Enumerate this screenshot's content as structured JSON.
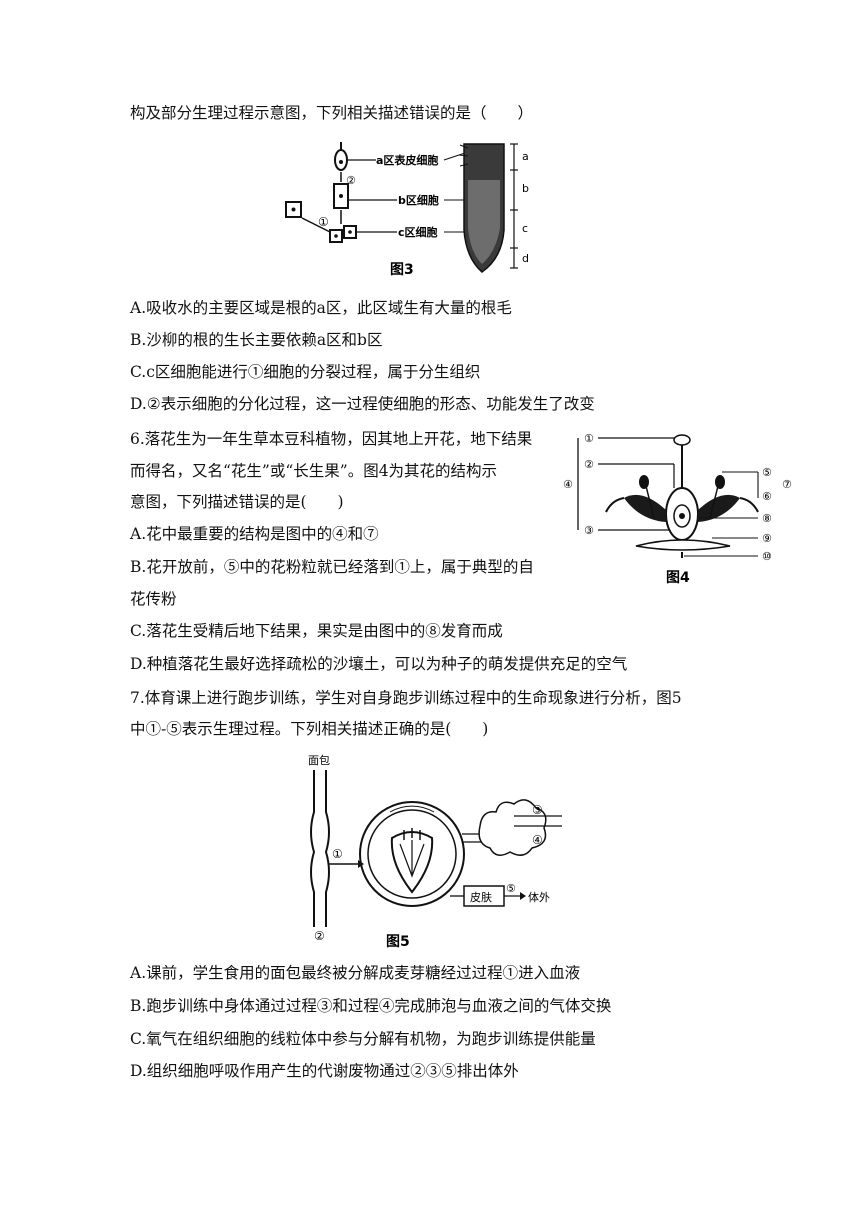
{
  "q5": {
    "stem_tail": "构及部分生理过程示意图，下列相关描述错误的是（　　）",
    "figure": {
      "caption": "图3",
      "labels": [
        "a区表皮细胞",
        "b区细胞",
        "c区细胞"
      ],
      "zones": [
        "a",
        "b",
        "c",
        "d"
      ],
      "markers": [
        "①",
        "②"
      ]
    },
    "options": [
      "A.吸收水的主要区域是根的a区，此区域生有大量的根毛",
      "B.沙柳的根的生长主要依赖a区和b区",
      "C.c区细胞能进行①细胞的分裂过程，属于分生组织",
      "D.②表示细胞的分化过程，这一过程使细胞的形态、功能发生了改变"
    ]
  },
  "q6": {
    "stem": [
      "6.落花生为一年生草本豆科植物，因其地上开花，地下结果",
      "而得名，又名“花生”或“长生果”。图4为其花的结构示",
      "意图，下列描述错误的是(　　)"
    ],
    "figure": {
      "caption": "图4",
      "markers": [
        "①",
        "②",
        "③",
        "④",
        "⑤",
        "⑥",
        "⑦",
        "⑧",
        "⑨",
        "⑩"
      ]
    },
    "options": [
      "A.花中最重要的结构是图中的④和⑦",
      "B.花开放前，⑤中的花粉粒就已经落到①上，属于典型的自",
      "花传粉",
      "C.落花生受精后地下结果，果实是由图中的⑧发育而成",
      "D.种植落花生最好选择疏松的沙壤土，可以为种子的萌发提供充足的空气"
    ]
  },
  "q7": {
    "stem": [
      "7.体育课上进行跑步训练，学生对自身跑步训练过程中的生命现象进行分析，图5",
      "中①-⑤表示生理过程。下列相关描述正确的是(　　)"
    ],
    "figure": {
      "caption": "图5",
      "labels": [
        "面包",
        "皮肤",
        "体外"
      ],
      "markers": [
        "①",
        "②",
        "③",
        "④",
        "⑤"
      ]
    },
    "options": [
      "A.课前，学生食用的面包最终被分解成麦芽糖经过过程①进入血液",
      "B.跑步训练中身体通过过程③和过程④完成肺泡与血液之间的气体交换",
      "C.氧气在组织细胞的线粒体中参与分解有机物，为跑步训练提供能量",
      "D.组织细胞呼吸作用产生的代谢废物通过②③⑤排出体外"
    ]
  }
}
